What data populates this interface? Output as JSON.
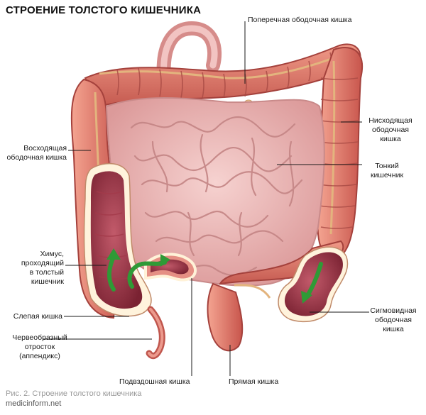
{
  "title": "СТРОЕНИЕ ТОЛСТОГО КИШЕЧНИКА",
  "labels": {
    "transverse_colon": "Поперечная ободочная кишка",
    "descending_colon": [
      "Нисходящая",
      "ободочная",
      "кишка"
    ],
    "small_intestine": [
      "Тонкий",
      "кишечник"
    ],
    "ascending_colon": [
      "Восходящая",
      "ободочная кишка"
    ],
    "chyme": [
      "Химус,",
      "проходящий",
      "в толстый",
      "кишечник"
    ],
    "cecum": "Слепая кишка",
    "appendix": [
      "Червеобразный",
      "отросток",
      "(аппендикс)"
    ],
    "ileum": "Подвздошная кишка",
    "rectum": "Прямая кишка",
    "sigmoid_colon": [
      "Сигмовидная",
      "ободочная",
      "кишка"
    ]
  },
  "caption": {
    "figure": "Рис. 2. Строение толстого кишечника",
    "site": "medicinform.net"
  },
  "colors": {
    "colon": "#e07a6d",
    "colon_dark": "#b84a44",
    "small_intestine": "#eab1b0",
    "lumen": "#8e2f3d",
    "arrow": "#2f9a36",
    "vessels": "#e0b084"
  }
}
